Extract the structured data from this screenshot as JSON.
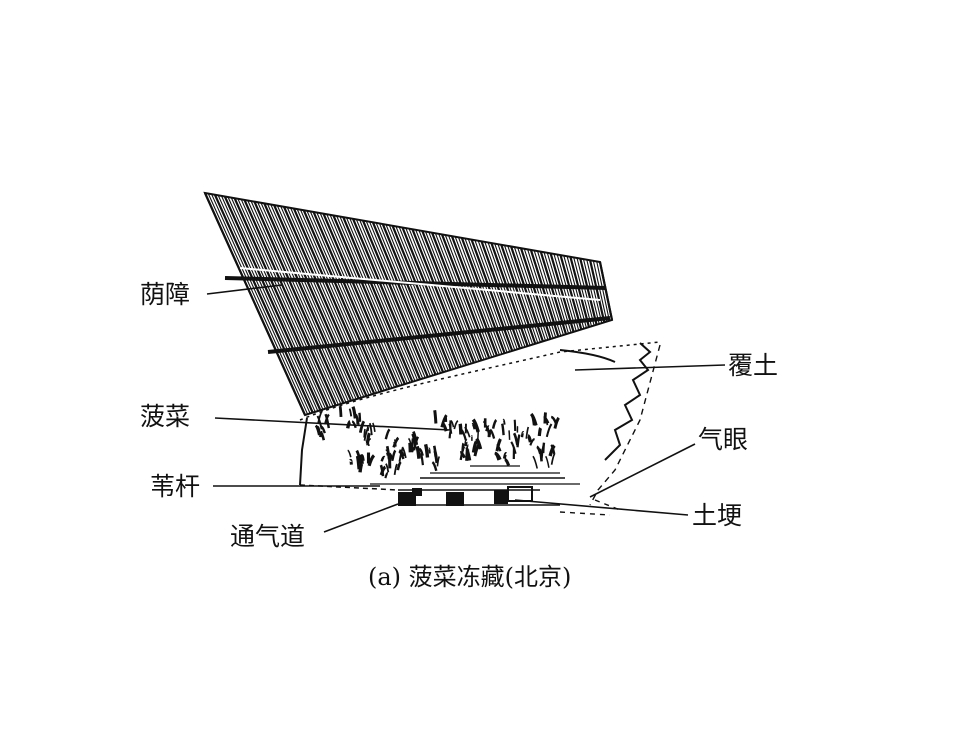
{
  "labels": {
    "shade": "荫障",
    "spinach": "菠菜",
    "straw": "苇杆",
    "vent_channel": "通气道",
    "cover_soil": "覆土",
    "air_hole": "气眼",
    "soil_clod": "土埂"
  },
  "caption": "(a) 菠菜冻藏(北京)",
  "colors": {
    "ink": "#111111",
    "paper": "#ffffff"
  }
}
